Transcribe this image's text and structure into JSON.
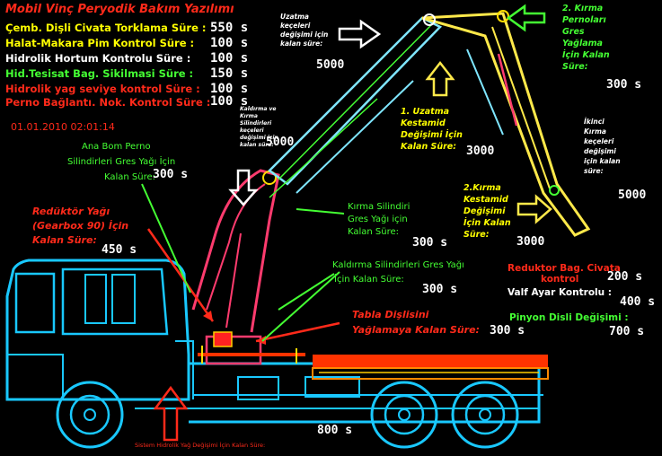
{
  "header": {
    "title": "Mobil Vinç Peryodik Bakım Yazılımı"
  },
  "timestamp": "01.01.2010 02:01:14",
  "maintenance_list": [
    {
      "label": "Çemb. Dişli Civata Torklama Süre :",
      "value": "550 s"
    },
    {
      "label": "Halat-Makara Pim Kontrol Süre :",
      "value": "100 s"
    },
    {
      "label": "Hidrolik Hortum Kontrolu Süre :",
      "value": "100 s"
    },
    {
      "label": "Hid.Tesisat Bag. Sikilmasi Süre :",
      "value": "150 s"
    },
    {
      "label": "Hidrolik yag seviye kontrol Süre :",
      "value": "100 s"
    },
    {
      "label": "Perno Bağlantı. Nok. Kontrol Süre :",
      "value": "100 s"
    }
  ],
  "callouts": {
    "uzatma_kecelik": {
      "lines": [
        "Uzatma",
        "keçeleri",
        "değişimi için",
        "kalan süre:"
      ],
      "value": "5000"
    },
    "kirma_perno": {
      "lines": [
        "2. Kırma",
        "Pernoları",
        "Gres",
        "Yağlama",
        "İçin Kalan",
        "Süre:"
      ],
      "value": "300 s"
    },
    "uzatma_kestamid": {
      "lines": [
        "1. Uzatma",
        "Kestamid",
        "Değişimi İçin",
        "Kalan Süre:"
      ],
      "value": "3000"
    },
    "kaldirma_kecelik": {
      "lines": [
        "Kaldırma ve",
        "Kırma",
        "Silindirleri",
        "keçeleri",
        "değişimi için",
        "kalan süre:"
      ],
      "value": "5000"
    },
    "ana_bom": {
      "lines": [
        "Ana Bom Perno",
        "Silindirleri Gres Yağı İçin",
        "Kalan Süre:"
      ],
      "value": "300 s"
    },
    "ikinci_kirma": {
      "lines": [
        "İkinci",
        "Kırma",
        "keçeleri",
        "değişimi",
        "için kalan",
        "süre:"
      ],
      "value": "5000"
    },
    "kirma_kestamid": {
      "lines": [
        "2.Kırma",
        "Kestamid",
        "Değişimi",
        "İçin Kalan",
        "Süre:"
      ],
      "value": "3000"
    },
    "reduktor_yagi": {
      "lines": [
        "Redüktör Yağı",
        "(Gearbox 90) İçin",
        "Kalan Süre:"
      ],
      "value": "450 s"
    },
    "kirma_silindir_gres": {
      "lines": [
        "Kırma Silindiri",
        "Gres Yağı için",
        "Kalan Süre:"
      ],
      "value": "300 s"
    },
    "kaldirma_silindir_gres": {
      "lines": [
        "Kaldırma Silindirleri Gres Yağı",
        "İçin Kalan Süre:"
      ],
      "value": "300 s"
    },
    "reduktor_civata": {
      "lines": [
        "Reduktor Bag. Civata",
        "kontrol"
      ],
      "value": "200 s"
    },
    "valf_ayar": {
      "label": "Valf Ayar Kontrolu :",
      "value": "400 s"
    },
    "tabla_disli": {
      "lines": [
        "Tabla Dişlisini",
        "Yağlamaya Kalan Süre:"
      ],
      "value": "300 s"
    },
    "pinyon_disli": {
      "label": "Pinyon Disli Değişimi :",
      "value": "700 s"
    },
    "hidrolik_yag_degisimi": {
      "label": "Sistem Hidrolik Yağ Değişimi İçin Kalan Süre:",
      "value": "800 s"
    }
  },
  "colors": {
    "background": "#000000",
    "truck_outline": "#19c8ff",
    "crane_boom": "#ffe94a",
    "crane_boom_alt": "#7fe6ff",
    "lower_boom": "#ff3b6e",
    "platform_bed": "#ff3300",
    "label_red": "#ff2a1a",
    "label_yellow": "#ffff00",
    "label_green": "#44ff33",
    "value_white": "#ffffff"
  }
}
